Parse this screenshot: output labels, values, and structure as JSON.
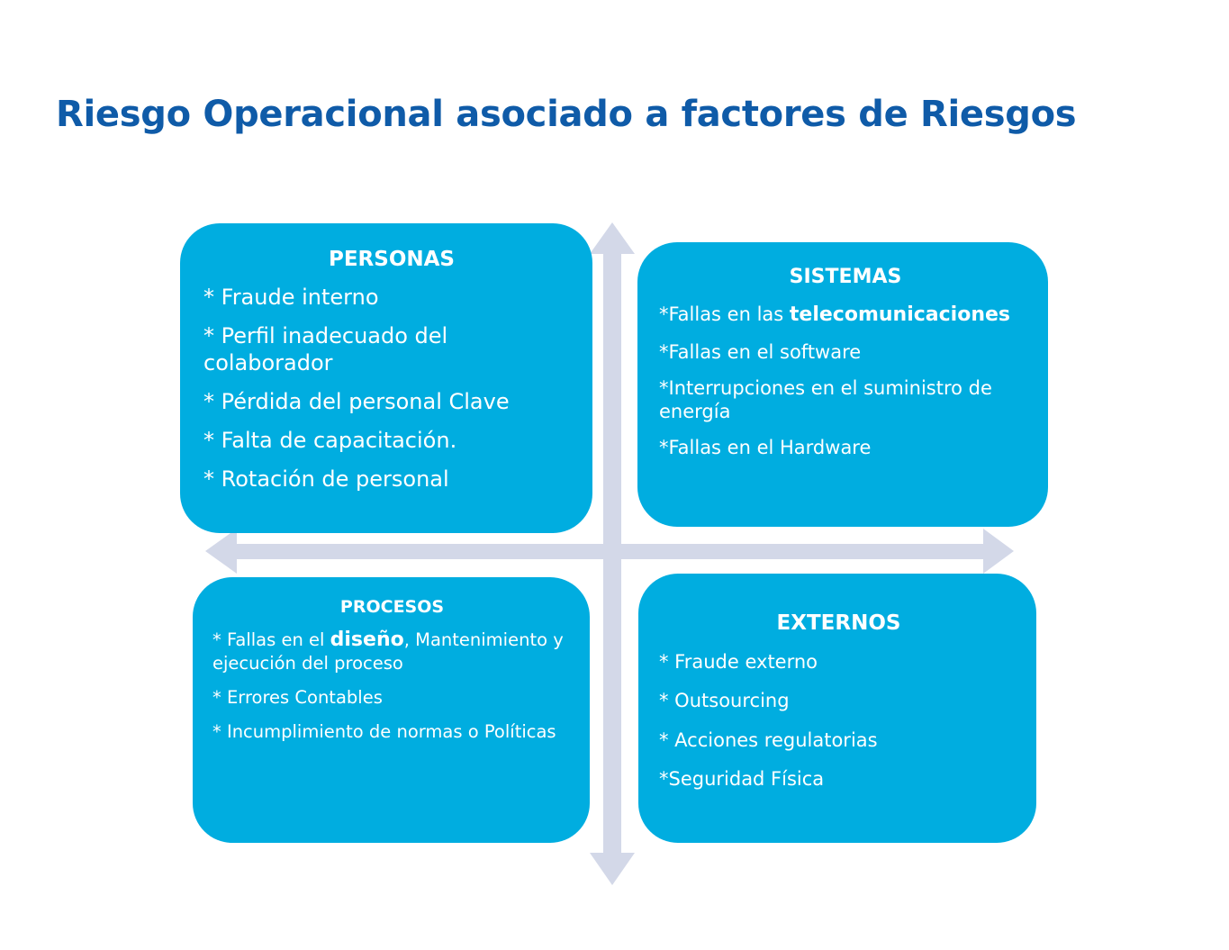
{
  "title": "Riesgo Operacional asociado a factores de Riesgos",
  "colors": {
    "title": "#0f5ba8",
    "box_fill": "#00ade0",
    "box_text": "#ffffff",
    "arrows": "#d3d8e8"
  },
  "quadrants": {
    "personas": {
      "heading": "PERSONAS",
      "items": [
        "* Fraude interno",
        "* Perfil inadecuado del colaborador",
        "* Pérdida del personal Clave",
        "* Falta de capacitación.",
        "* Rotación de personal"
      ]
    },
    "sistemas": {
      "heading": "SISTEMAS",
      "item0_prefix": "*Fallas en las ",
      "item0_bold": "telecomunicaciones",
      "items": [
        "*Fallas en el software",
        "*Interrupciones en el suministro de energía",
        "*Fallas en el Hardware"
      ]
    },
    "procesos": {
      "heading": "PROCESOS",
      "item0_prefix": "* Fallas en el ",
      "item0_bold": "diseño",
      "item0_suffix": ", Mantenimiento  y ejecución del proceso",
      "items": [
        "* Errores Contables",
        "* Incumplimiento de normas o Políticas"
      ]
    },
    "externos": {
      "heading": "EXTERNOS",
      "items": [
        "* Fraude externo",
        "* Outsourcing",
        "* Acciones regulatorias",
        "*Seguridad Física"
      ]
    }
  }
}
